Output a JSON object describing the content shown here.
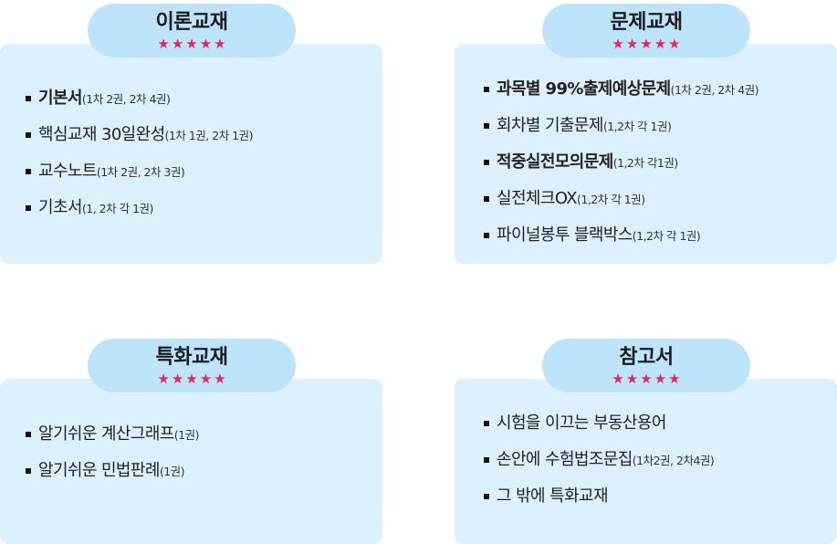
{
  "sections": [
    {
      "title": "이론교재",
      "stars": [
        "★",
        "★",
        "★",
        "★",
        "★"
      ],
      "items": [
        {
          "main": "기본서",
          "bold": true,
          "sub": "(1차 2권, 2차 4권)"
        },
        {
          "main": "핵심교재 30일완성",
          "bold": false,
          "sub": "(1차 1권, 2차 1권)"
        },
        {
          "main": "교수노트",
          "bold": false,
          "sub": "(1차 2권, 2차 3권)"
        },
        {
          "main": "기초서",
          "bold": false,
          "sub": "(1, 2차 각 1권)"
        }
      ]
    },
    {
      "title": "문제교재",
      "stars": [
        "★",
        "★",
        "★",
        "★",
        "★"
      ],
      "items": [
        {
          "main": "과목별 99%출제예상문제",
          "bold": true,
          "sub": "(1차 2권, 2차 4권)"
        },
        {
          "main": "회차별 기출문제",
          "bold": false,
          "sub": "(1,2차 각 1권)"
        },
        {
          "main": "적중실전모의문제",
          "bold": true,
          "sub": "(1,2차 각1권)"
        },
        {
          "main": "실전체크OX",
          "bold": false,
          "sub": "(1,2차 각 1권)"
        },
        {
          "main": "파이널봉투 블랙박스",
          "bold": false,
          "sub": "(1,2차 각 1권)"
        }
      ]
    },
    {
      "title": "특화교재",
      "stars": [
        "★",
        "★",
        "★",
        "★",
        "★"
      ],
      "items": [
        {
          "main": "알기쉬운 계산그래프",
          "bold": false,
          "sub": "(1권)"
        },
        {
          "main": "알기쉬운 민법판례",
          "bold": false,
          "sub": "(1권)"
        }
      ]
    },
    {
      "title": "참고서",
      "stars": [
        "★",
        "★",
        "★",
        "★",
        "★"
      ],
      "items": [
        {
          "main": "시험을 이끄는 부동산용어",
          "bold": false,
          "sub": ""
        },
        {
          "main": "손안에 수험법조문집",
          "bold": false,
          "sub": "(1차2권, 2차4권)"
        },
        {
          "main": "그 밖에 특화교재",
          "bold": false,
          "sub": ""
        }
      ]
    }
  ],
  "colors": {
    "card_bg": "#dcf0fd",
    "tab_bg": "#bee4fb",
    "star": "#e8245f"
  }
}
